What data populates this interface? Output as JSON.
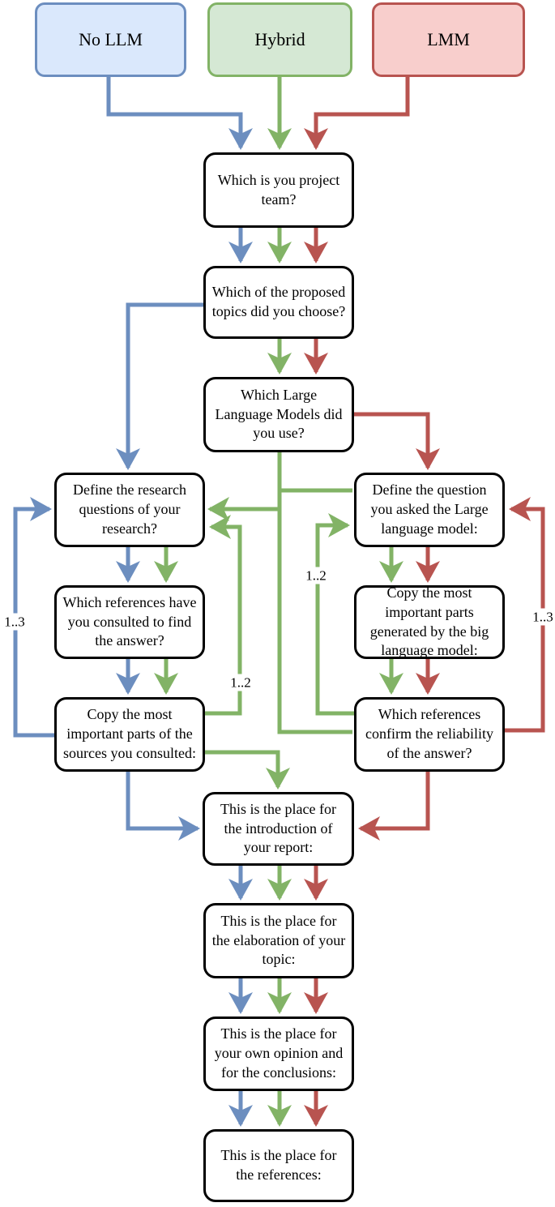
{
  "diagram_type": "flowchart",
  "colors": {
    "blue_fill": "#dae8fc",
    "blue_stroke": "#6c8ebf",
    "green_fill": "#d5e8d4",
    "green_stroke": "#82b366",
    "red_fill": "#f8cecc",
    "red_stroke": "#b85450",
    "node_fill": "#ffffff",
    "node_stroke": "#000000"
  },
  "start_nodes": {
    "no_llm": "No LLM",
    "hybrid": "Hybrid",
    "lmm": "LMM"
  },
  "nodes": {
    "team": "Which is you project team?",
    "topic": "Which of the proposed topics did you choose?",
    "llm": "Which Large Language Models did you use?",
    "def_research": "Define the research questions of your research?",
    "refs_consulted": "Which references have you consulted to find the answer?",
    "copy_sources": "Copy the most important parts of the sources you consulted:",
    "def_question": "Define the question you asked the Large language model:",
    "copy_generated": "Copy the most important parts generated by the big language model:",
    "refs_confirm": "Which references confirm the reliability of the answer?",
    "intro": "This is the place for the introduction of your report:",
    "elaboration": "This is the place for the elaboration of your topic:",
    "opinion": "This is the place for your own opinion and for the conclusions:",
    "references": "This is the place for the references:"
  },
  "edge_labels": {
    "blue_left_loop": "1..3",
    "green_left_loop": "1..2",
    "green_right_loop": "1..2",
    "red_right_loop": "1..3"
  }
}
